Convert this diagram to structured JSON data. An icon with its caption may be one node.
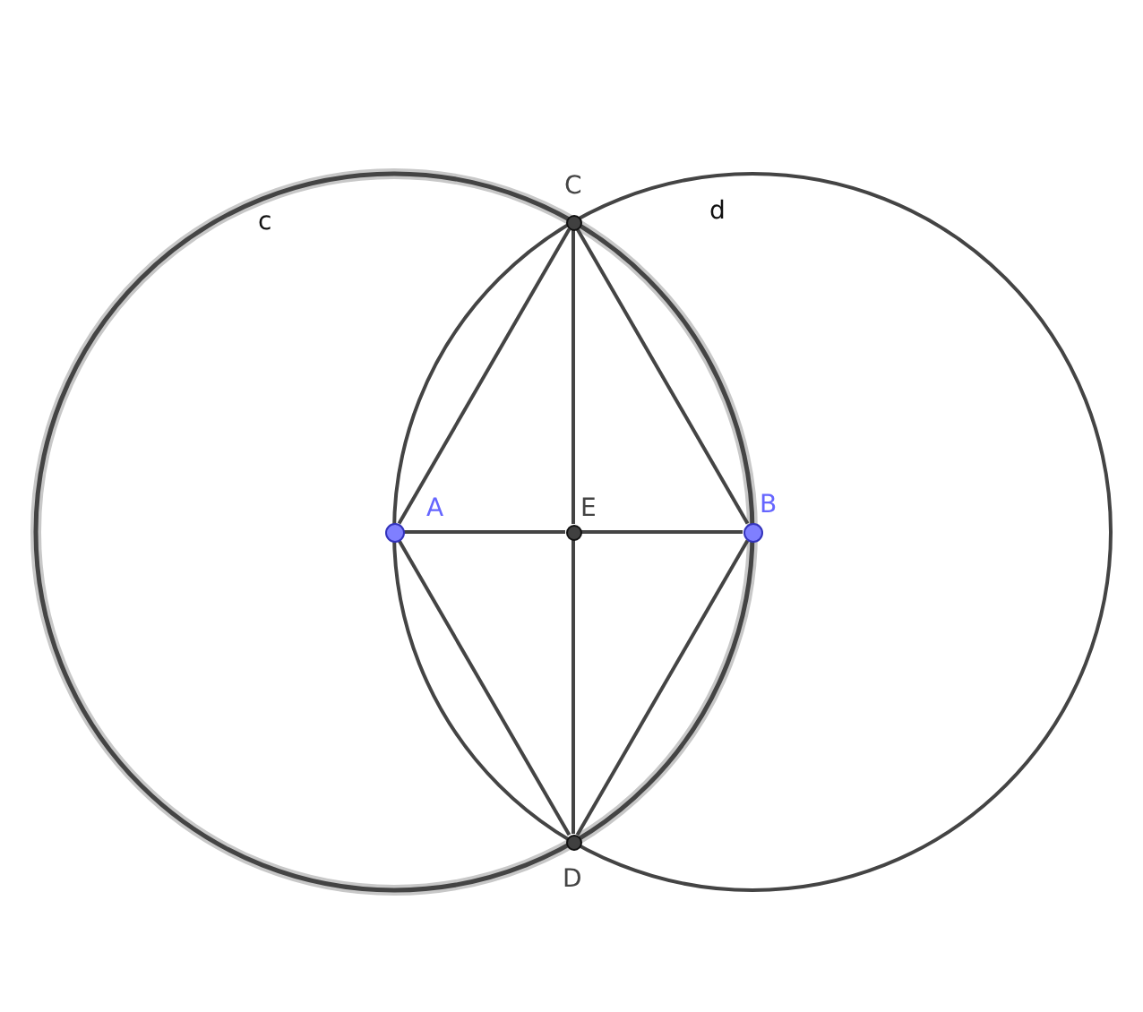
{
  "diagram": {
    "nodes": [
      {
        "text": [],
        "shape": "circle",
        "beside": [
          "C"
        ]
      },
      {
        "text": [],
        "shape": "circle",
        "beside": [
          "A"
        ]
      },
      {
        "text": [],
        "shape": "circle",
        "beside": [
          "E"
        ]
      },
      {
        "text": [],
        "shape": "circle",
        "beside": [
          "B"
        ]
      },
      {
        "text": [],
        "shape": "circle",
        "beside": [
          "D"
        ]
      }
    ],
    "edges": [
      {
        "from": 1,
        "to": 0,
        "arrow": "none"
      },
      {
        "from": 0,
        "to": 3,
        "arrow": "none"
      },
      {
        "from": 3,
        "to": 4,
        "arrow": "none"
      },
      {
        "from": 4,
        "to": 1,
        "arrow": "none"
      },
      {
        "from": 1,
        "to": 2,
        "arrow": "none"
      },
      {
        "from": 2,
        "to": 3,
        "arrow": "none"
      },
      {
        "from": 0,
        "to": 2,
        "arrow": "none"
      },
      {
        "from": 2,
        "to": 4,
        "arrow": "none"
      }
    ],
    "labels": [
      "c",
      "d"
    ]
  }
}
